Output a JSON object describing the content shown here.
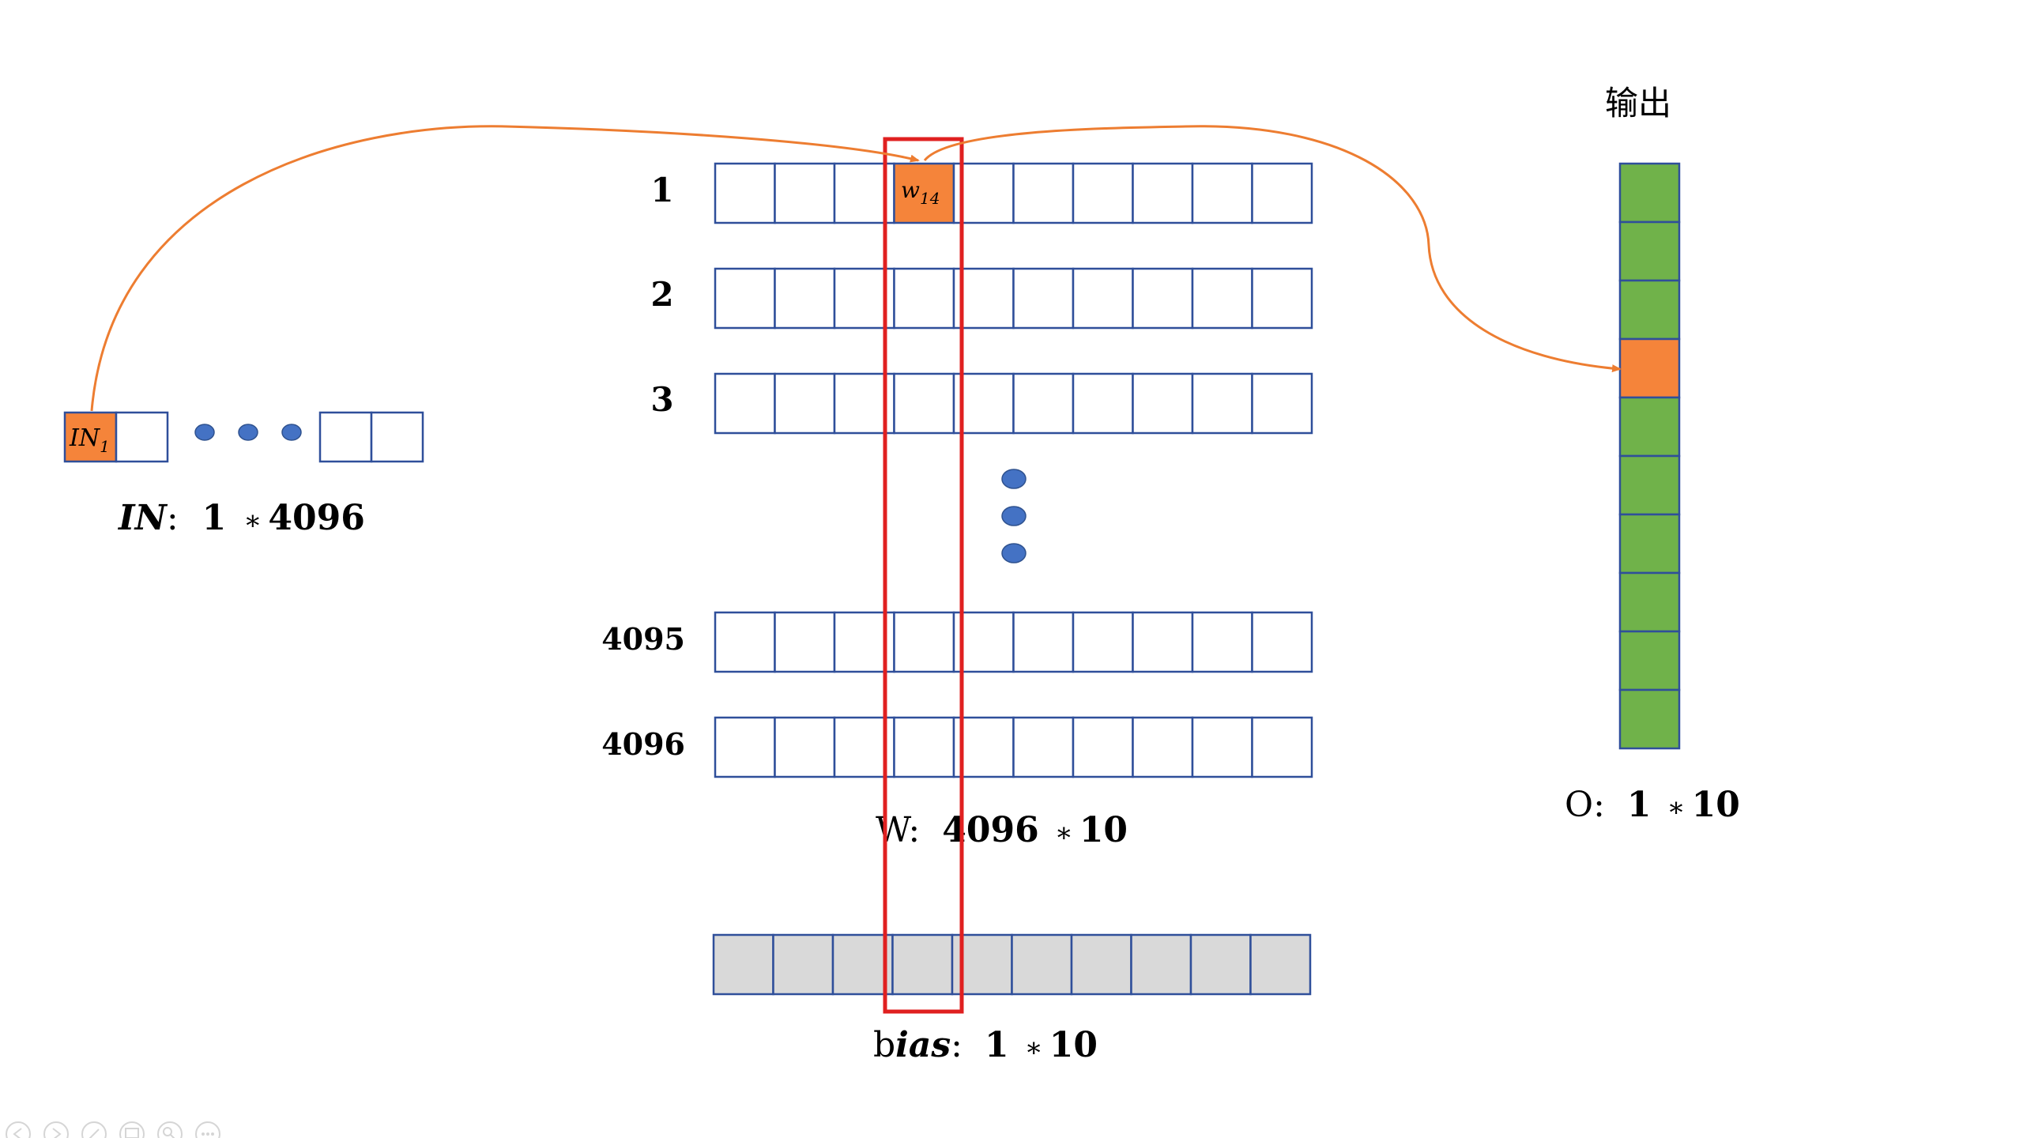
{
  "input": {
    "first_cell_label": "IN",
    "first_cell_subscript": "1",
    "dim_name": "IN",
    "dim_colon": ":",
    "dim_rows": "1",
    "dim_op": "∗",
    "dim_cols": "4096"
  },
  "weights": {
    "row_labels": [
      "1",
      "2",
      "3",
      "4095",
      "4096"
    ],
    "highlight_cell_label": "w",
    "highlight_cell_subscript": "14",
    "dim_name": "W",
    "dim_colon": ":",
    "dim_rows": "4096",
    "dim_op": "∗",
    "dim_cols": "10"
  },
  "bias": {
    "dim_name_plain": "b",
    "dim_name_italic": "ias",
    "dim_colon": ":",
    "dim_rows": "1",
    "dim_op": "∗",
    "dim_cols": "10"
  },
  "output": {
    "title": "输出",
    "dim_name": "O",
    "dim_colon": ":",
    "dim_rows": "1",
    "dim_op": "∗",
    "dim_cols": "10"
  },
  "colors": {
    "cell_border": "#2f4f9a",
    "highlight": "#f5843a",
    "output_fill": "#70b24a",
    "bias_fill": "#d9d9d9",
    "ellipsis_dot": "#4472c4",
    "column_highlight": "#e02020",
    "arrow": "#ed7d31"
  },
  "toolbar": {
    "icons": [
      "prev-icon",
      "next-icon",
      "pen-icon",
      "slides-icon",
      "zoom-icon",
      "more-icon"
    ]
  }
}
